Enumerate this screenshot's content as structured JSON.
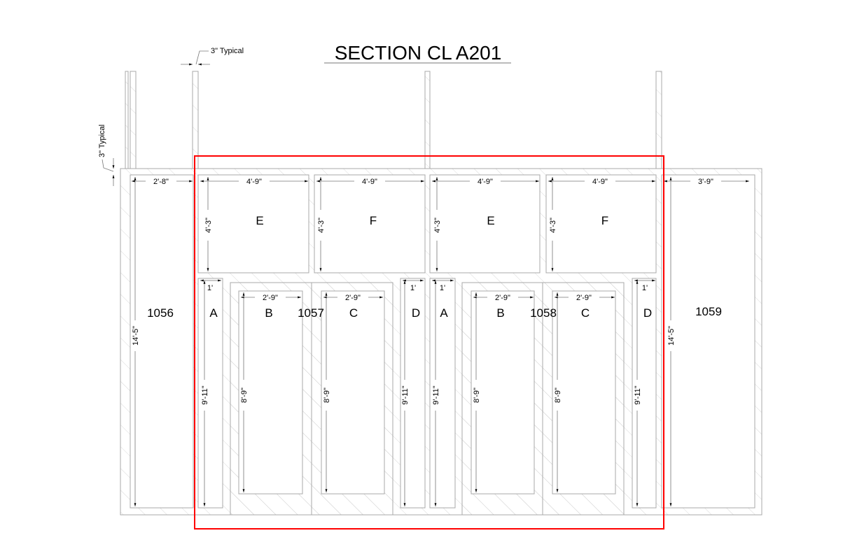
{
  "title": "SECTION CL A201",
  "annotations": {
    "typical_top": "3\" Typical",
    "typical_left": "3\" Typical"
  },
  "rooms": [
    "1056",
    "1057",
    "1058",
    "1059"
  ],
  "cabinets": {
    "upper": [
      "E",
      "F",
      "E",
      "F"
    ],
    "lower": [
      "A",
      "B",
      "C",
      "D",
      "A",
      "B",
      "C",
      "D"
    ]
  },
  "dims": {
    "room_1056_width": "2'-8\"",
    "upper_width": "4'-9\"",
    "room_1059_width": "3'-9\"",
    "upper_height": "4'-3\"",
    "narrow_width": "1'",
    "narrow_height": "9'-11\"",
    "tall_width": "2'-9\"",
    "tall_height": "8'-9\"",
    "room_height": "14'-5\""
  },
  "colors": {
    "highlight": "#ff0000",
    "lines": "#a8a8a8"
  }
}
